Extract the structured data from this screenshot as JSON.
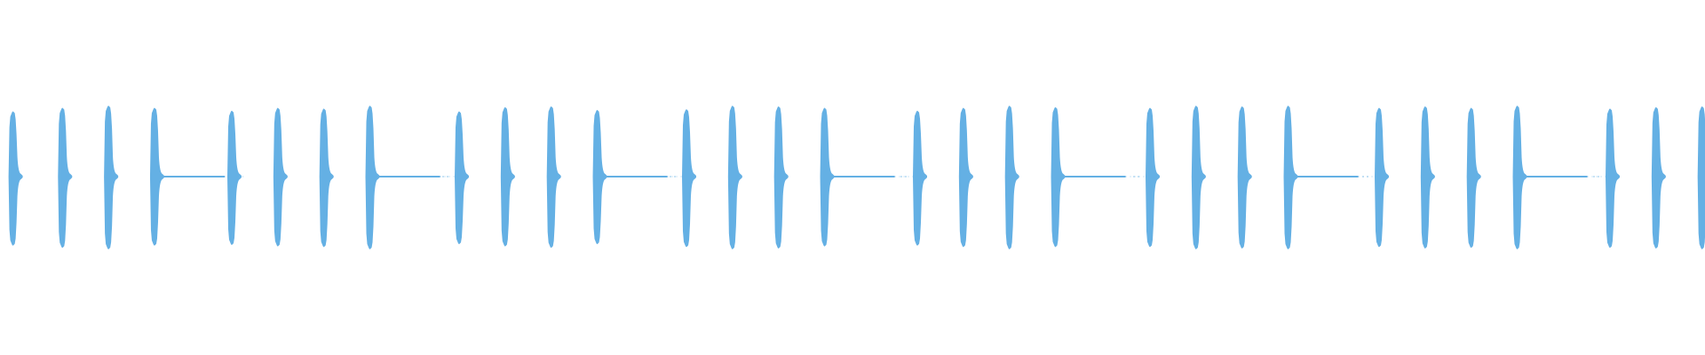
{
  "waveform": {
    "color": "#64b0e4",
    "background": "#ffffff",
    "groups": [
      {
        "bursts": [
          {
            "pos": 0.005,
            "peak": 0.92,
            "low": 0.95
          },
          {
            "pos": 0.034,
            "peak": 0.97,
            "low": 0.98
          },
          {
            "pos": 0.061,
            "peak": 1.0,
            "low": 1.0
          },
          {
            "pos": 0.088,
            "peak": 0.97,
            "low": 0.95
          }
        ]
      },
      {
        "bursts": [
          {
            "pos": 0.0,
            "peak": 0.93,
            "low": 0.94
          },
          {
            "pos": 0.027,
            "peak": 0.97,
            "low": 0.96
          },
          {
            "pos": 0.054,
            "peak": 0.96,
            "low": 0.97
          },
          {
            "pos": 0.081,
            "peak": 1.0,
            "low": 1.0
          }
        ]
      },
      {
        "bursts": [
          {
            "pos": 0.0,
            "peak": 0.92,
            "low": 0.93
          },
          {
            "pos": 0.027,
            "peak": 0.98,
            "low": 0.96
          },
          {
            "pos": 0.054,
            "peak": 0.99,
            "low": 0.98
          },
          {
            "pos": 0.081,
            "peak": 0.94,
            "low": 0.93
          }
        ]
      },
      {
        "bursts": [
          {
            "pos": 0.0,
            "peak": 0.95,
            "low": 0.97
          },
          {
            "pos": 0.027,
            "peak": 1.0,
            "low": 1.0
          },
          {
            "pos": 0.054,
            "peak": 0.99,
            "low": 0.99
          },
          {
            "pos": 0.081,
            "peak": 0.97,
            "low": 0.96
          }
        ]
      },
      {
        "bursts": [
          {
            "pos": 0.0,
            "peak": 0.93,
            "low": 0.95
          },
          {
            "pos": 0.027,
            "peak": 0.97,
            "low": 0.97
          },
          {
            "pos": 0.054,
            "peak": 1.0,
            "low": 1.0
          },
          {
            "pos": 0.081,
            "peak": 0.98,
            "low": 0.97
          }
        ]
      },
      {
        "bursts": [
          {
            "pos": 0.0,
            "peak": 0.97,
            "low": 0.97
          },
          {
            "pos": 0.027,
            "peak": 1.0,
            "low": 1.0
          },
          {
            "pos": 0.054,
            "peak": 0.99,
            "low": 0.99
          },
          {
            "pos": 0.081,
            "peak": 1.0,
            "low": 1.0
          }
        ]
      },
      {
        "bursts": [
          {
            "pos": 0.0,
            "peak": 0.97,
            "low": 0.97
          },
          {
            "pos": 0.027,
            "peak": 0.99,
            "low": 0.99
          },
          {
            "pos": 0.054,
            "peak": 0.97,
            "low": 0.98
          },
          {
            "pos": 0.081,
            "peak": 1.0,
            "low": 1.0
          }
        ]
      },
      {
        "bursts": [
          {
            "pos": 0.0,
            "peak": 0.96,
            "low": 0.98
          },
          {
            "pos": 0.027,
            "peak": 0.98,
            "low": 0.99
          },
          {
            "pos": 0.054,
            "peak": 0.99,
            "low": 1.0
          },
          {
            "pos": 0.081,
            "peak": 1.0,
            "low": 0.99
          }
        ]
      }
    ]
  }
}
